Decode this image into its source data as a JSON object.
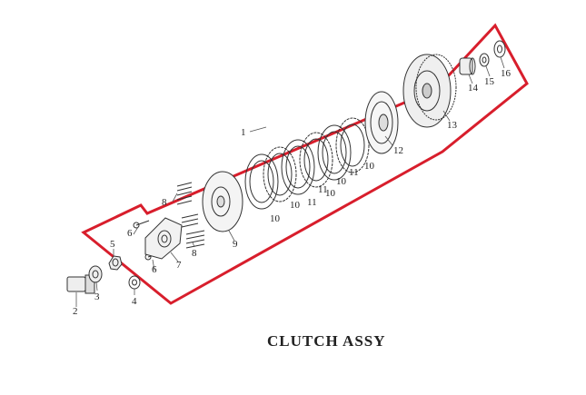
{
  "diagram": {
    "title": "CLUTCH ASSY",
    "outline_color": "#d81e2c",
    "part_labels": [
      "1",
      "2",
      "3",
      "4",
      "5",
      "6",
      "6",
      "7",
      "8",
      "8",
      "9",
      "10",
      "10",
      "11",
      "10",
      "11",
      "10",
      "11",
      "10",
      "12",
      "13",
      "14",
      "15",
      "16"
    ]
  }
}
